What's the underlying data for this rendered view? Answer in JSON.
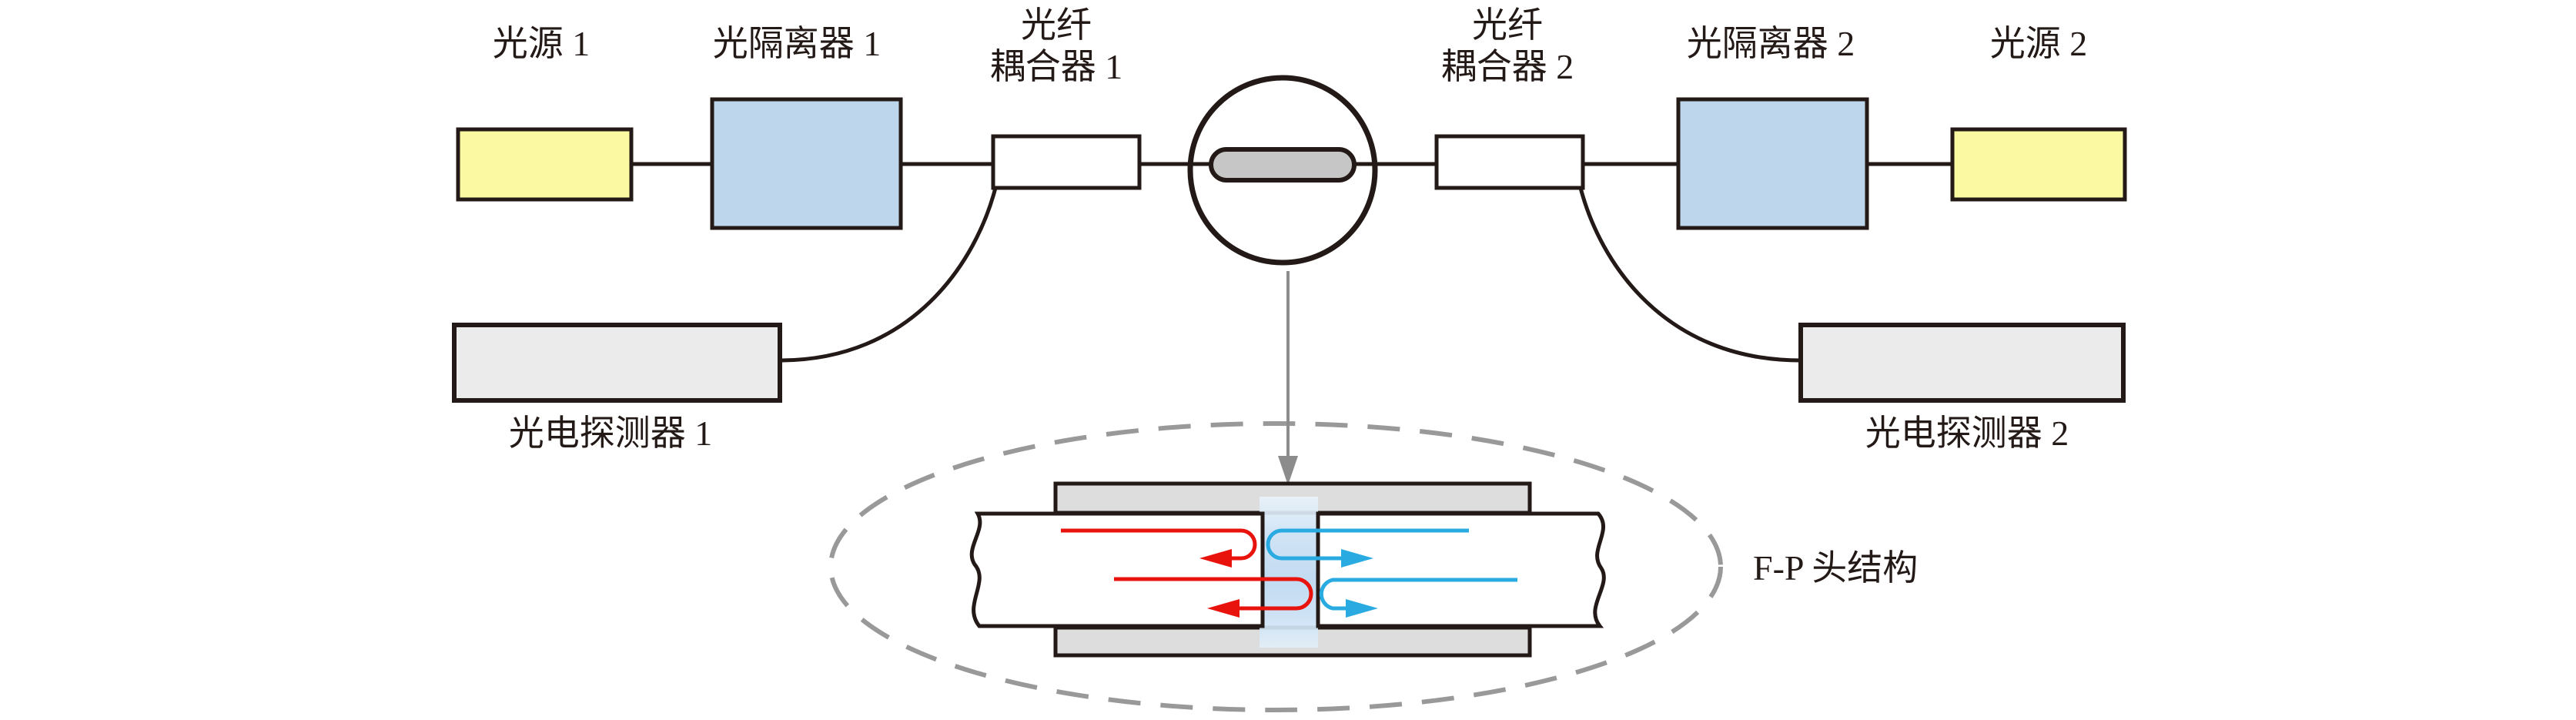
{
  "diagram": {
    "title_hint": "Fiber-optic Fabry-Perot sensor interrogation setup",
    "labels": {
      "source1": "光源 1",
      "isolator1": "光隔离器 1",
      "coupler1_line1": "光纤",
      "coupler1_line2": "耦合器 1",
      "coupler2_line1": "光纤",
      "coupler2_line2": "耦合器 2",
      "isolator2": "光隔离器 2",
      "source2": "光源 2",
      "detector1": "光电探测器 1",
      "detector2": "光电探测器 2",
      "fp_head": "F-P 头结构"
    },
    "colors": {
      "source_fill": "#FBF9A2",
      "isolator_fill": "#BDD6EB",
      "coupler_fill": "#FFFFFF",
      "detector_fill": "#EBEBEB",
      "capsule_fill": "#C6C6C6",
      "ferrule_plate_fill": "#DDDDDD",
      "fiber_fill": "#FFFFFF",
      "outline": "#231916",
      "red_light": "#E8130C",
      "blue_light": "#29ABE2",
      "pointer_gray": "#8C8C8C",
      "dashed_ellipse_gray": "#999999"
    }
  }
}
